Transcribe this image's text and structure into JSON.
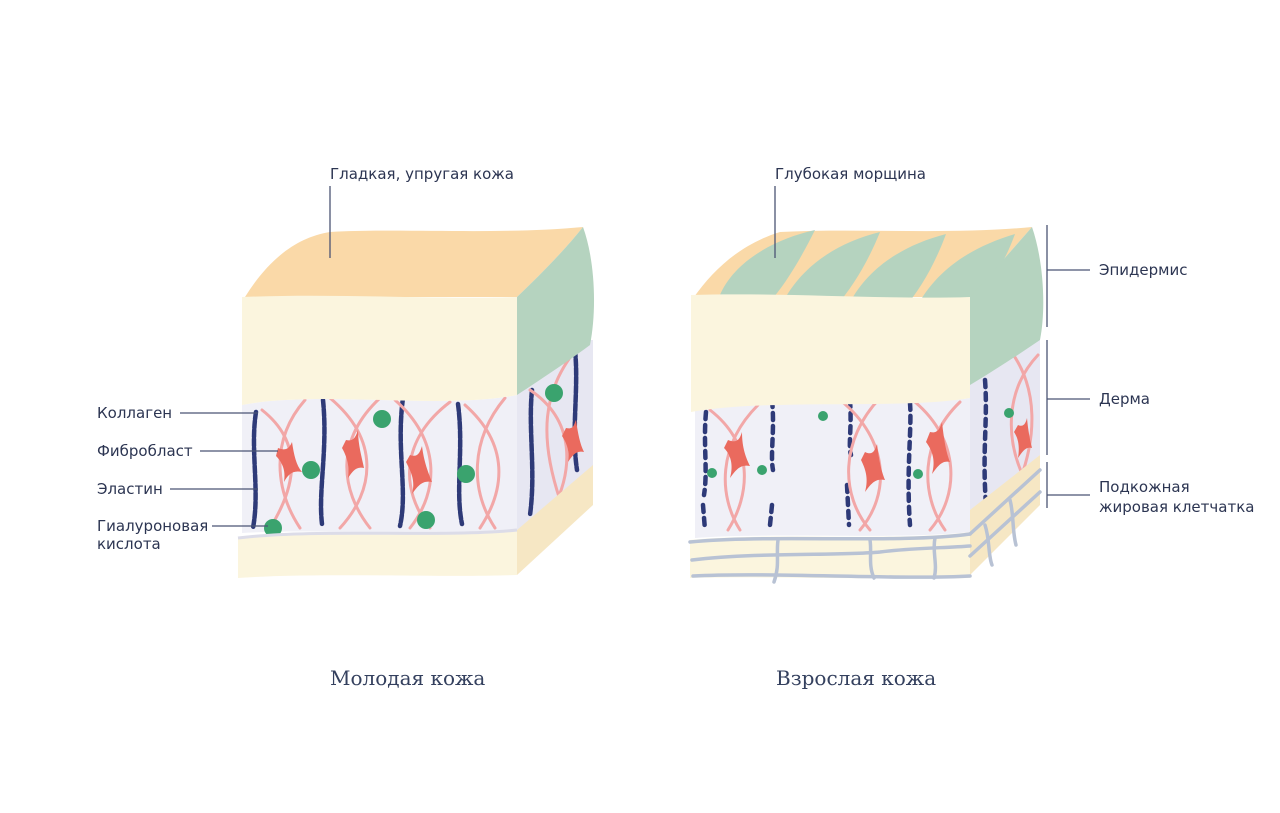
{
  "labels": {
    "smooth_skin": "Гладкая, упругая кожа",
    "deep_wrinkle": "Глубокая морщина",
    "collagen": "Коллаген",
    "fibroblast": "Фибробласт",
    "elastin": "Эластин",
    "hyaluronic_1": "Гиалуроновая",
    "hyaluronic_2": "кислота",
    "epidermis": "Эпидермис",
    "dermis": "Дерма",
    "subcutaneous_1": "Подкожная",
    "subcutaneous_2": "жировая клетчатка"
  },
  "captions": {
    "young": "Молодая кожа",
    "adult": "Взрослая кожа"
  },
  "colors": {
    "epidermis_top": "#fad9a8",
    "epidermis_side": "#b5d3bf",
    "cream_layer": "#fbf5de",
    "dermis": "#eeeef6",
    "collagen": "#2e3a78",
    "elastin": "#f2a7a7",
    "fibroblast": "#ea6a5e",
    "hyaluronic": "#3aa36e",
    "fat_cells": "#b8c2d4"
  }
}
